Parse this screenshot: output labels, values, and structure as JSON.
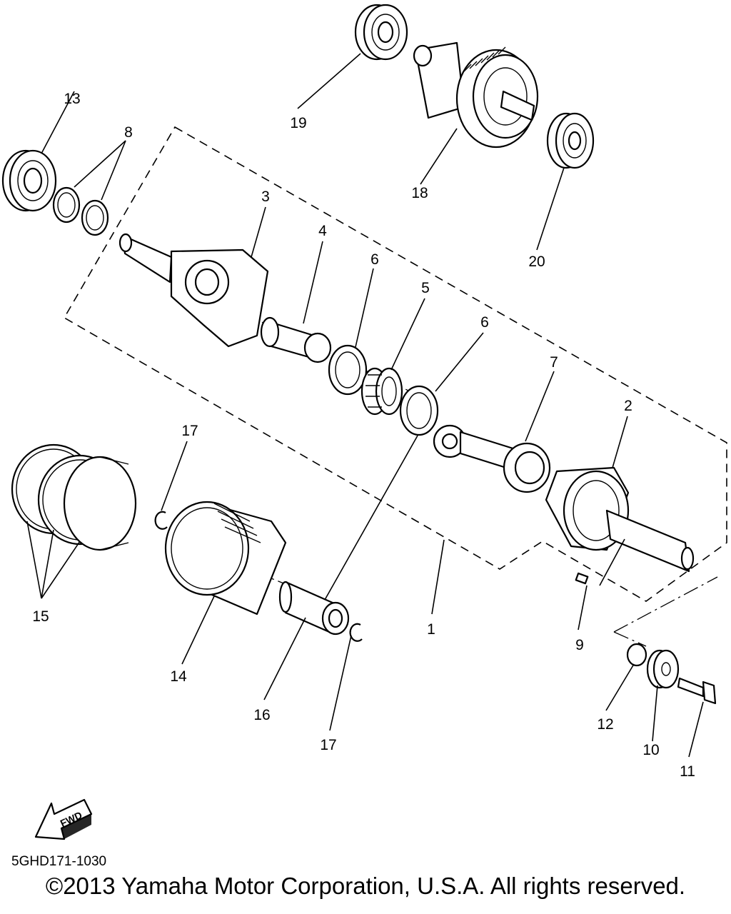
{
  "callouts": [
    "1",
    "2",
    "3",
    "4",
    "5",
    "6",
    "6",
    "7",
    "8",
    "9",
    "10",
    "11",
    "12",
    "13",
    "14",
    "15",
    "16",
    "17",
    "17",
    "18",
    "19",
    "20"
  ],
  "fwd_label": "FWD",
  "doc_code": "5GHD171-1030",
  "copyright": "©2013 Yamaha Motor Corporation, U.S.A. All rights reserved."
}
